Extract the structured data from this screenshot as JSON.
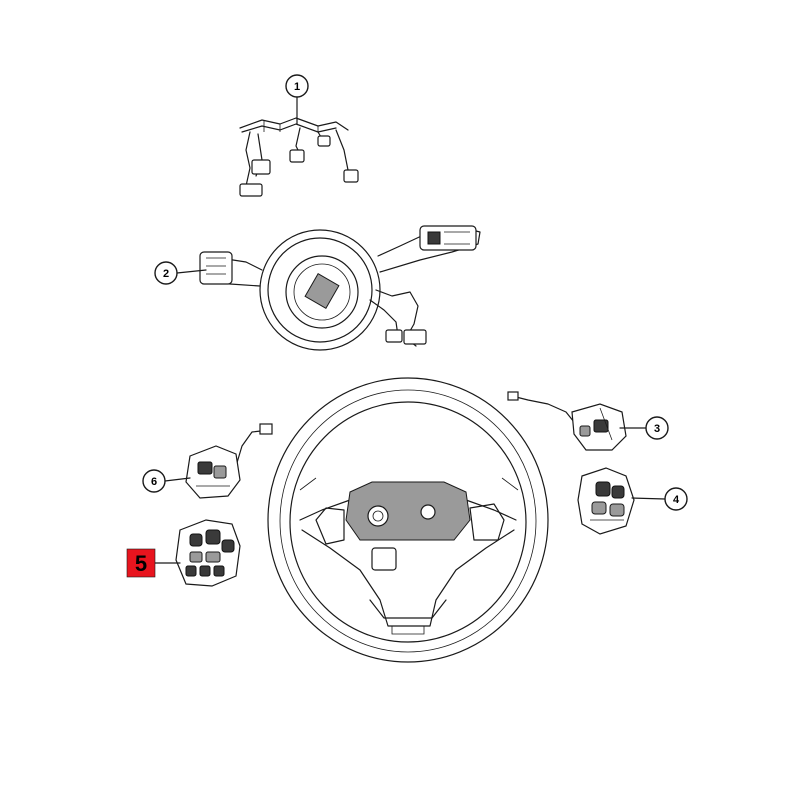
{
  "callouts": [
    {
      "id": "1",
      "label": "1"
    },
    {
      "id": "2",
      "label": "2"
    },
    {
      "id": "3",
      "label": "3"
    },
    {
      "id": "4",
      "label": "4"
    },
    {
      "id": "5",
      "label": "5"
    },
    {
      "id": "6",
      "label": "6"
    }
  ],
  "colors": {
    "line": "#1a1a1a",
    "highlight": "#e8141e",
    "background": "#ffffff"
  }
}
